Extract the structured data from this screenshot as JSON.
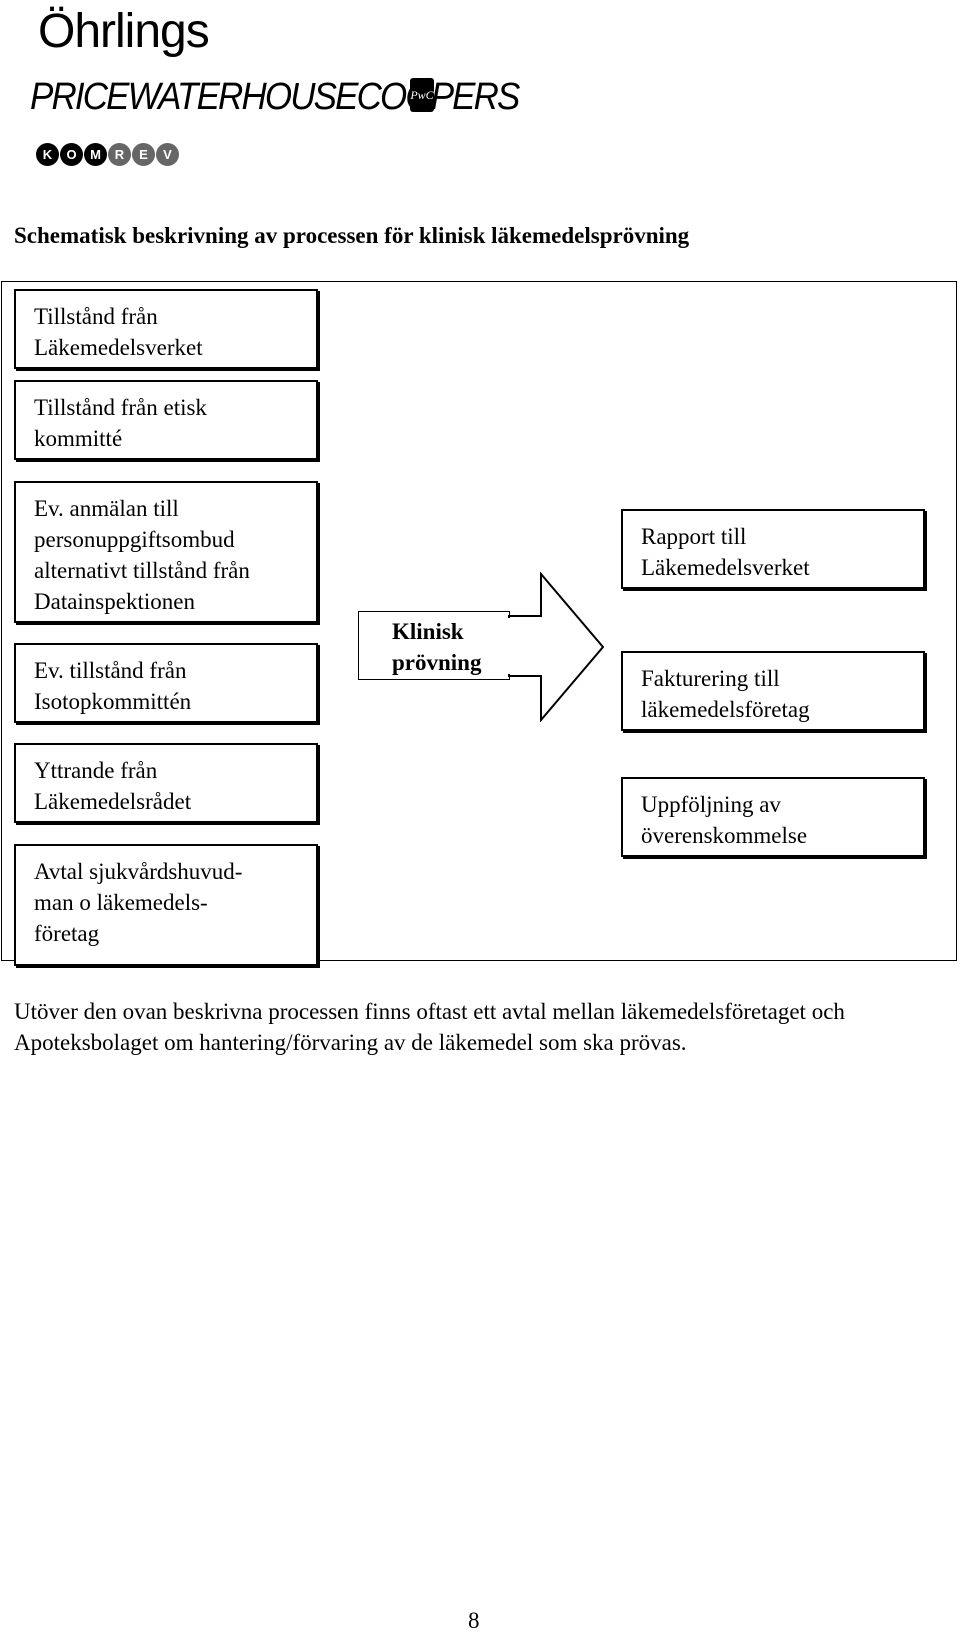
{
  "header": {
    "logo_ohrlings": "Öhrlings",
    "logo_pwc": "PRICEWATERHOUSECOOPERS",
    "logo_seal": "PwC",
    "komrev_letters": [
      "K",
      "O",
      "M",
      "R",
      "E",
      "V"
    ]
  },
  "title": "Schematisk beskrivning av processen för klinisk läkemedelsprövning",
  "diagram": {
    "left_boxes": [
      "Tillstånd från\nLäkemedelsverket",
      "Tillstånd från etisk\nkommitté",
      "Ev. anmälan till\npersonuppgiftsombud\nalternativt tillstånd från\nDatainspektionen",
      "Ev. tillstånd från\nIsotopkommittén",
      "Yttrande från\nLäkemedelsrådet",
      "Avtal sjukvårdshuvud-\nman o läkemedels-\nföretag"
    ],
    "center_box": "Klinisk\nprövning",
    "right_boxes": [
      "Rapport till\nLäkemedelsverket",
      "Fakturering till\nläkemedelsföretag",
      "Uppföljning av\növerenskommelse"
    ]
  },
  "body_text": "Utöver den ovan beskrivna processen finns oftast ett avtal mellan läkemedelsföretaget och Apoteksbolaget om hantering/förvaring av de läkemedel som ska prövas.",
  "page_number": "8"
}
